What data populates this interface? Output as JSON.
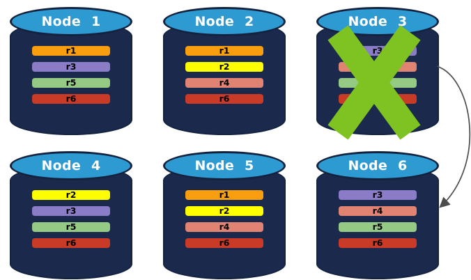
{
  "diagram_title": "",
  "colors": {
    "canvas_bg": "#FFFFFF",
    "cylinder_body": "#1B2A4C",
    "cylinder_border": "#13223F",
    "cylinder_top": "#2E9AD2",
    "title_text": "#FFFFFF",
    "bar_text": "#000000",
    "failure_x": "#7EC321",
    "arrow": "#4D4D4D",
    "replicas": {
      "r1": "#F89E0F",
      "r2": "#FFFF00",
      "r3": "#8B7CC8",
      "r4": "#E08373",
      "r5": "#95CA84",
      "r6": "#C93B27"
    }
  },
  "nodes": [
    {
      "title": "Node 1",
      "failed": false,
      "replicas": [
        {
          "id": "r1",
          "label": "r1"
        },
        {
          "id": "r3",
          "label": "r3"
        },
        {
          "id": "r5",
          "label": "r5"
        },
        {
          "id": "r6",
          "label": "r6"
        }
      ]
    },
    {
      "title": "Node 2",
      "failed": false,
      "replicas": [
        {
          "id": "r1",
          "label": "r1"
        },
        {
          "id": "r2",
          "label": "r2"
        },
        {
          "id": "r4",
          "label": "r4"
        },
        {
          "id": "r6",
          "label": "r6"
        }
      ]
    },
    {
      "title": "Node 3",
      "failed": true,
      "replicas": [
        {
          "id": "r3",
          "label": "r3"
        },
        {
          "id": "r4",
          "label": ""
        },
        {
          "id": "r5",
          "label": ""
        },
        {
          "id": "r6",
          "label": ""
        }
      ]
    },
    {
      "title": "Node 4",
      "failed": false,
      "replicas": [
        {
          "id": "r2",
          "label": "r2"
        },
        {
          "id": "r3",
          "label": "r3"
        },
        {
          "id": "r5",
          "label": "r5"
        },
        {
          "id": "r6",
          "label": "r6"
        }
      ]
    },
    {
      "title": "Node 5",
      "failed": false,
      "replicas": [
        {
          "id": "r1",
          "label": "r1"
        },
        {
          "id": "r2",
          "label": "r2"
        },
        {
          "id": "r4",
          "label": "r4"
        },
        {
          "id": "r6",
          "label": "r6"
        }
      ]
    },
    {
      "title": "Node 6",
      "failed": false,
      "replicas": [
        {
          "id": "r3",
          "label": "r3"
        },
        {
          "id": "r4",
          "label": "r4"
        },
        {
          "id": "r5",
          "label": "r5"
        },
        {
          "id": "r6",
          "label": "r6"
        }
      ]
    }
  ],
  "arrow": {
    "from_node": "Node 3",
    "to_node": "Node 6",
    "color": "#4D4D4D"
  }
}
